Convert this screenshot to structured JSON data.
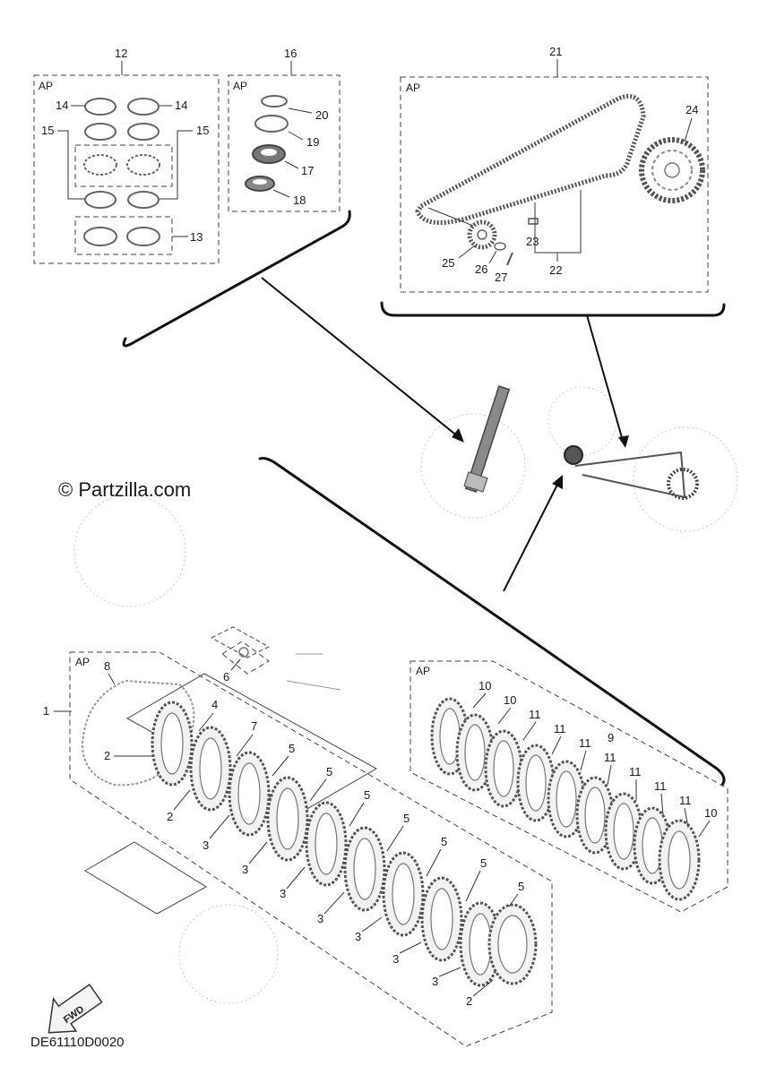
{
  "diagram": {
    "copyright": "© Partzilla.com",
    "diagram_code": "DE61110D0020",
    "fwd_label": "FWD",
    "ap_label": "AP",
    "callouts": {
      "c1": "1",
      "c2a": "2",
      "c2b": "2",
      "c2c": "2",
      "c3a": "3",
      "c3b": "3",
      "c3c": "3",
      "c3d": "3",
      "c3e": "3",
      "c3f": "3",
      "c3g": "3",
      "c4": "4",
      "c5a": "5",
      "c5b": "5",
      "c5c": "5",
      "c5d": "5",
      "c5e": "5",
      "c5f": "5",
      "c5g": "5",
      "c6": "6",
      "c7": "7",
      "c8": "8",
      "c9": "9",
      "c10a": "10",
      "c10b": "10",
      "c10c": "10",
      "c11a": "11",
      "c11b": "11",
      "c11c": "11",
      "c11d": "11",
      "c11e": "11",
      "c11f": "11",
      "c11g": "11",
      "c12": "12",
      "c13": "13",
      "c14a": "14",
      "c14b": "14",
      "c15a": "15",
      "c15b": "15",
      "c16": "16",
      "c17": "17",
      "c18": "18",
      "c19": "19",
      "c20": "20",
      "c21": "21",
      "c22": "22",
      "c23": "23",
      "c24": "24",
      "c25": "25",
      "c26": "26",
      "c27": "27"
    }
  }
}
